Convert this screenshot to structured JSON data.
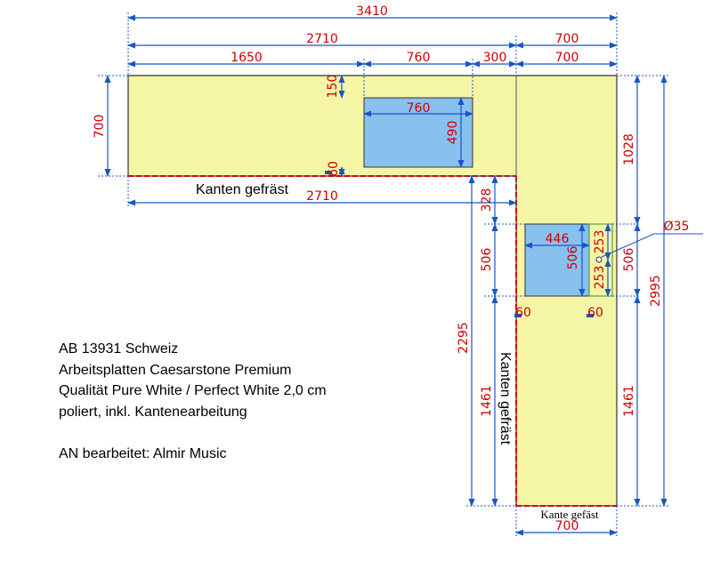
{
  "colors": {
    "countertop": "#f5f5a6",
    "cutout": "#88c0ee",
    "dimension_text": "#cc0000",
    "dimension_line": "#1a55c8",
    "milled_edge": "#dd0000"
  },
  "dimensions": {
    "overall_width": "3410",
    "left_section_width": "2710",
    "right_section_width": "700",
    "offset_to_sink": "1650",
    "sink_opening_width": "760",
    "sink_to_corner": "300",
    "right_section_width_2": "700",
    "left_depth": "700",
    "sink_back_offset": "150",
    "sink_width": "760",
    "sink_depth": "490",
    "sink_front_offset": "60",
    "front_edge_length": "2710",
    "right_upper_length": "1028",
    "corner_offset": "328",
    "hob_depth_left": "506",
    "hob_width": "446",
    "hob_depth_inner": "506",
    "hob_half_top": "253",
    "hob_half_bottom": "253",
    "hob_depth_right": "506",
    "tap_hole": "Ø35",
    "hob_side_offset_left": "60",
    "hob_side_offset_right": "60",
    "right_total_length": "2995",
    "inner_length": "2295",
    "lower_length_left": "1461",
    "lower_length_right": "1461",
    "bottom_width": "700"
  },
  "labels": {
    "milled_edges_left": "Kanten gefräst",
    "milled_edges_right": "Kanten gefräst",
    "milled_edge_bottom": "Kante gefäst"
  },
  "info": {
    "line1": "AB 13931 Schweiz",
    "line2": "Arbeitsplatten Caesarstone Premium",
    "line3": "Qualität Pure White / Perfect White 2,0 cm",
    "line4": "poliert, inkl. Kantenearbeitung",
    "line5": "AN bearbeitet: Almir Music"
  }
}
